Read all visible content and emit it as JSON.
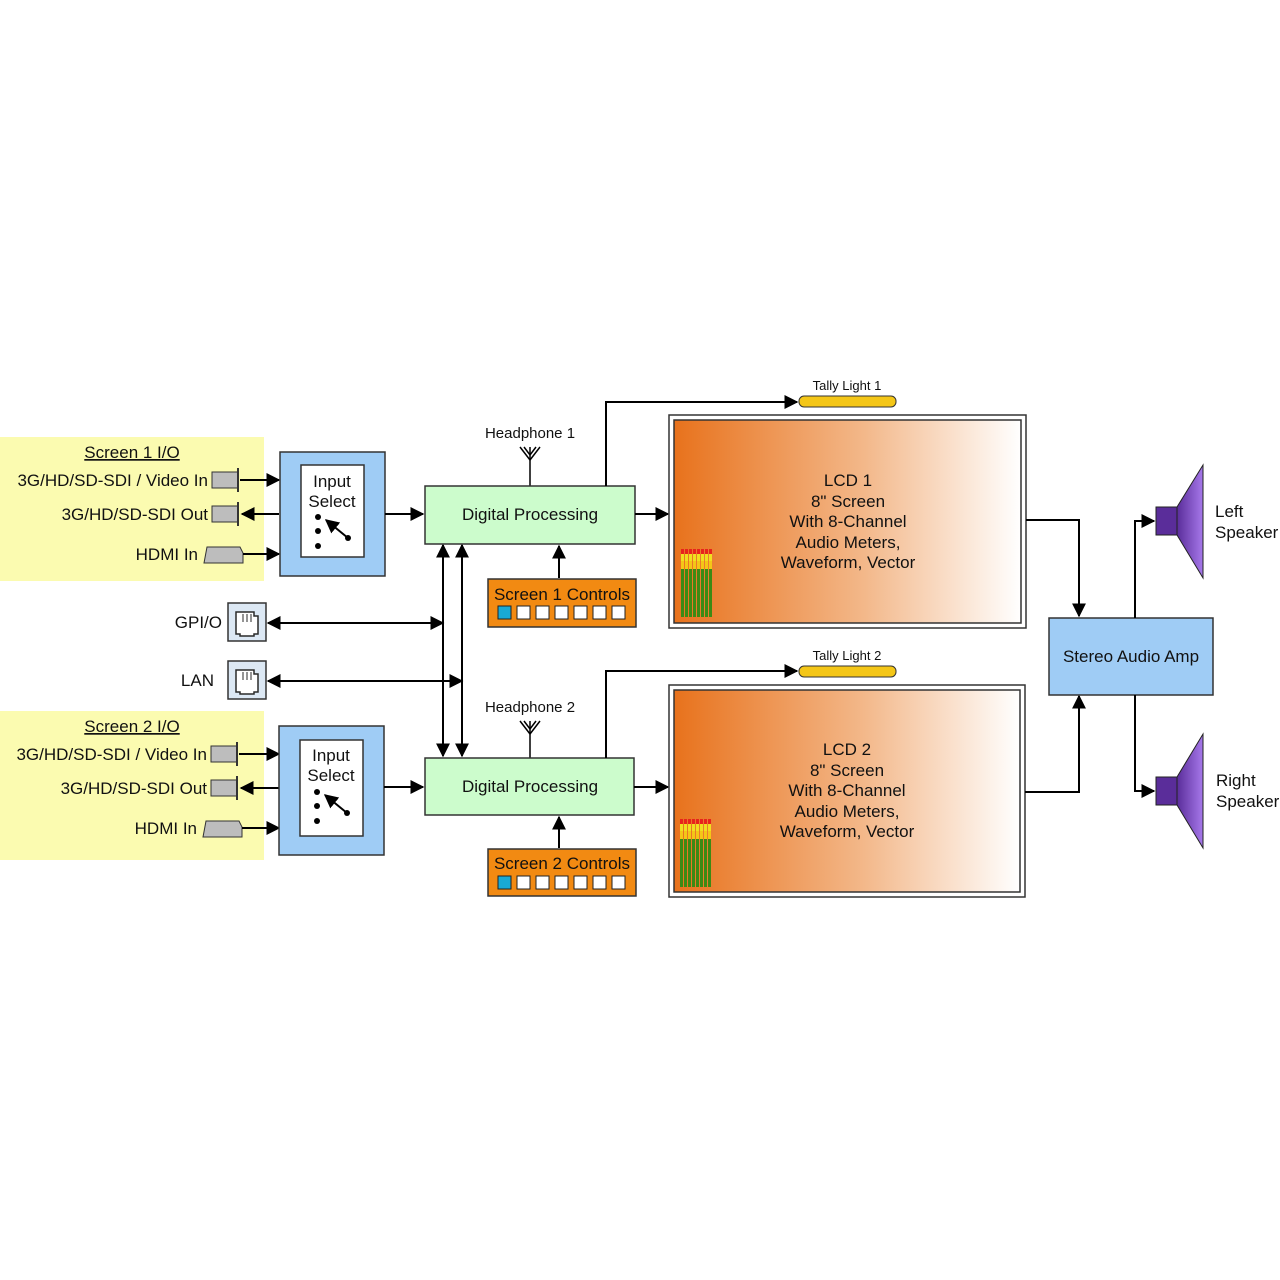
{
  "screen1_io": {
    "title": "Screen 1 I/O",
    "sdi_in": "3G/HD/SD-SDI / Video In",
    "sdi_out": "3G/HD/SD-SDI Out",
    "hdmi_in": "HDMI In"
  },
  "screen2_io": {
    "title": "Screen 2 I/O",
    "sdi_in": "3G/HD/SD-SDI / Video In",
    "sdi_out": "3G/HD/SD-SDI Out",
    "hdmi_in": "HDMI In"
  },
  "input_select": {
    "line1": "Input",
    "line2": "Select"
  },
  "processing": {
    "ch1": "Digital Processing",
    "ch2": "Digital Processing"
  },
  "headphones": {
    "ch1": "Headphone 1",
    "ch2": "Headphone 2"
  },
  "tally": {
    "ch1": "Tally Light 1",
    "ch2": "Tally Light 2"
  },
  "controls": {
    "ch1": "Screen 1 Controls",
    "ch2": "Screen 2 Controls"
  },
  "ports": {
    "gpio": "GPI/O",
    "lan": "LAN"
  },
  "lcd1": {
    "line1": "LCD 1",
    "line2": "8\" Screen",
    "line3": "With 8-Channel",
    "line4": "Audio Meters,",
    "line5": "Waveform, Vector"
  },
  "lcd2": {
    "line1": "LCD 2",
    "line2": "8\" Screen",
    "line3": "With 8-Channel",
    "line4": "Audio Meters,",
    "line5": "Waveform, Vector"
  },
  "amp": {
    "label": "Stereo Audio Amp"
  },
  "speakers": {
    "left": {
      "line1": "Left",
      "line2": "Speaker"
    },
    "right": {
      "line1": "Right",
      "line2": "Speaker"
    }
  },
  "colors": {
    "io_panel": "#fbfbb0",
    "blue_block": "#9fccf5",
    "processing": "#ccfccc",
    "controls": "#f28a12",
    "lcd_orange": "#e8721c",
    "tally": "#f4c617",
    "speaker": "#8a52d6",
    "control_accent": "#19a9d6"
  },
  "icons": [
    "sdi-connector-icon",
    "hdmi-connector-icon",
    "rj45-port-icon",
    "antenna-icon",
    "selector-switch-icon",
    "speaker-icon",
    "audio-meter-icon"
  ]
}
